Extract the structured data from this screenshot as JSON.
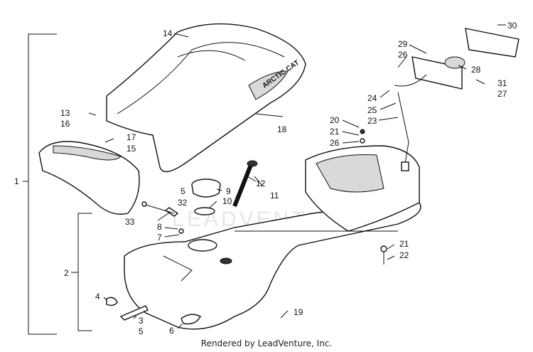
{
  "callouts": {
    "c1": "1",
    "c2": "2",
    "c3": "3",
    "c4": "4",
    "c5a": "5",
    "c5b": "5",
    "c6": "6",
    "c7": "7",
    "c8": "8",
    "c9": "9",
    "c10": "10",
    "c11": "11",
    "c12": "12",
    "c13": "13",
    "c14": "14",
    "c15": "15",
    "c16": "16",
    "c17": "17",
    "c18": "18",
    "c19": "19",
    "c20": "20",
    "c21a": "21",
    "c21b": "21",
    "c22": "22",
    "c23": "23",
    "c24": "24",
    "c25": "25",
    "c26a": "26",
    "c26b": "26",
    "c27": "27",
    "c28": "28",
    "c29": "29",
    "c30": "30",
    "c31": "31",
    "c32": "32",
    "c33": "33"
  },
  "seat_logo": "ARCTIC CAT",
  "watermark": "LEADVENTURE",
  "footer": "Rendered by LeadVenture, Inc.",
  "colors": {
    "line": "#111111",
    "shade": "#d9d9d9",
    "watermark": "#e6e6e6"
  }
}
